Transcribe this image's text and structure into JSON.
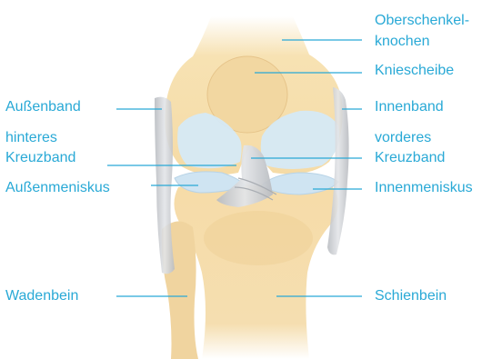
{
  "colors": {
    "label": "#29a9d6",
    "leader_line": "#29a9d6",
    "bone": "#f6dfae",
    "bone_shadow": "#e8c98e",
    "cartilage": "#cfe6f4",
    "ligament": "#c9ccd0"
  },
  "labels": {
    "femur_line1": "Oberschenkel-",
    "femur_line2": "knochen",
    "patella": "Kniescheibe",
    "lateral_ligament": "Außenband",
    "medial_ligament": "Innenband",
    "pcl_line1": "hinteres",
    "pcl_line2": "Kreuzband",
    "acl_line1": "vorderes",
    "acl_line2": "Kreuzband",
    "lateral_meniscus": "Außenmeniskus",
    "medial_meniscus": "Innenmeniskus",
    "fibula": "Wadenbein",
    "tibia": "Schienbein"
  }
}
